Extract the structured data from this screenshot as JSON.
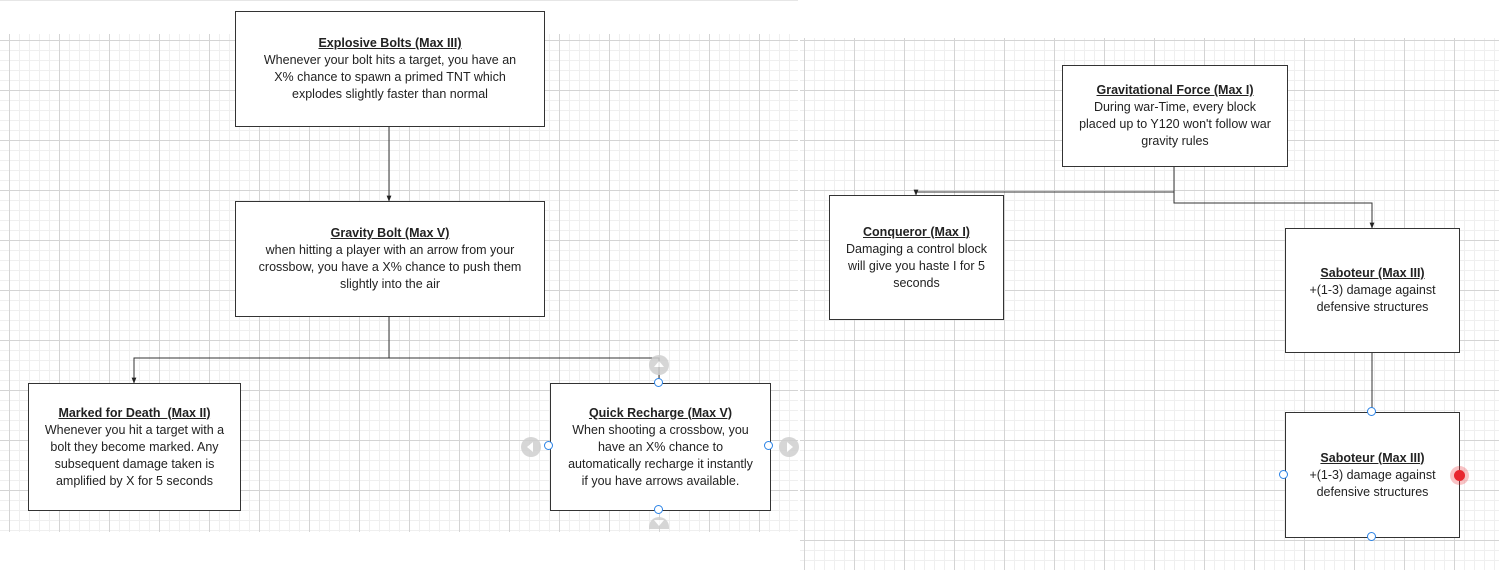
{
  "nodes": {
    "explosive_bolts": {
      "title": "Explosive Bolts (Max III)",
      "desc": "Whenever your bolt hits a target, you have an\nX% chance to spawn a primed TNT which\nexplodes slightly faster than normal"
    },
    "gravity_bolt": {
      "title": "Gravity Bolt (Max V)",
      "desc": "when hitting a player with an arrow from your\ncrossbow, you have a X% chance to push them\nslightly into the air"
    },
    "marked_for_death": {
      "title": "Marked for Death  (Max II)",
      "desc": "Whenever you hit a target with a\nbolt they become marked. Any\nsubsequent damage taken is\namplified by X for 5 seconds"
    },
    "quick_recharge": {
      "title": "Quick Recharge (Max V)",
      "desc": "When shooting a crossbow, you\nhave an X% chance to\nautomatically recharge it instantly\nif you have arrows available."
    },
    "gravitational_force": {
      "title": "Gravitational Force (Max I)",
      "desc": "During war-Time, every block\nplaced up to Y120 won't follow war\ngravity rules"
    },
    "conqueror": {
      "title": "Conqueror (Max I)",
      "desc": "Damaging a control block\nwill give you haste I for 5\nseconds"
    },
    "saboteur_1": {
      "title": "Saboteur (Max III)",
      "desc": "+(1-3) damage against\ndefensive structures"
    },
    "saboteur_2": {
      "title": "Saboteur (Max III)",
      "desc": "+(1-3) damage against\ndefensive structures"
    }
  },
  "colors": {
    "edge": "#333333",
    "node_border": "#333333",
    "handle": "#2b83e6",
    "selection_dot": "#e8262f",
    "grid_major": "#d4d4d4",
    "grid_minor": "#efefef"
  }
}
